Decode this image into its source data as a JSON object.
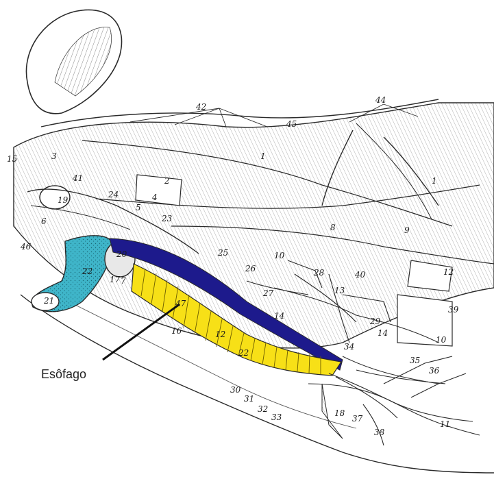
{
  "callout": {
    "text": "Esôfago"
  },
  "colors": {
    "esophagus_fill": "#f7e017",
    "lumen_fill": "#1d1a8c",
    "blue_region_fill": "#3fb5c9",
    "line": "#2a2a2a",
    "hatch": "#7a7a7a"
  },
  "labels": [
    "1",
    "1",
    "2",
    "3",
    "4",
    "5",
    "6",
    "7",
    "8",
    "9",
    "10",
    "10",
    "11",
    "12",
    "12",
    "13",
    "14",
    "14",
    "15",
    "16",
    "17",
    "18",
    "19",
    "20",
    "21",
    "22",
    "22",
    "23",
    "24",
    "25",
    "26",
    "27",
    "28",
    "29",
    "30",
    "31",
    "32",
    "33",
    "34",
    "35",
    "36",
    "37",
    "38",
    "39",
    "40",
    "41",
    "42",
    "44",
    "45",
    "46",
    "47"
  ]
}
